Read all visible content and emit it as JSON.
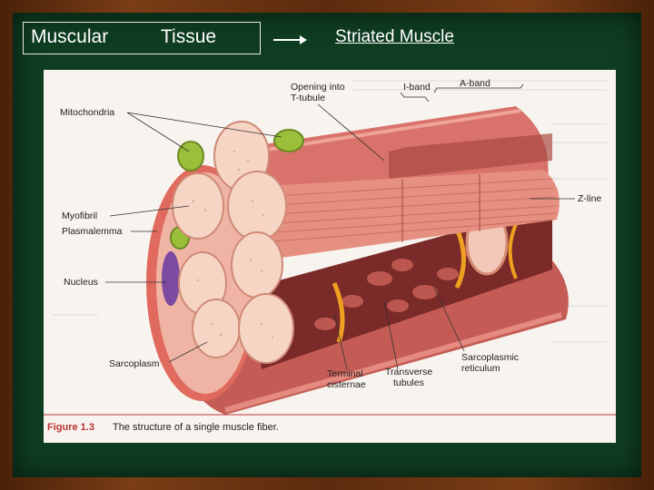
{
  "slide": {
    "title_left": "Muscular",
    "title_right": "Tissue",
    "subtitle": "Striated Muscle"
  },
  "figure": {
    "labels": {
      "mitochondria": "Mitochondria",
      "opening": "Opening into",
      "t_tubule": "T-tubule",
      "i_band": "I-band",
      "a_band": "A-band",
      "z_line": "Z-line",
      "myofibril": "Myofibril",
      "plasmalemma": "Plasmalemma",
      "nucleus": "Nucleus",
      "sarcoplasm": "Sarcoplasm",
      "terminal": "Terminal",
      "cisternae": "cisternae",
      "transverse": "Transverse",
      "tubules": "tubules",
      "sarcoplasmic": "Sarcoplasmic",
      "reticulum": "reticulum"
    },
    "caption_number": "Figure 1.3",
    "caption_text": "The structure of a single muscle fiber."
  },
  "colors": {
    "frame": "#6b3312",
    "board": "#0f3d22",
    "muscle": "#d9726a",
    "myofibril": "#f2c9b8",
    "mitochondria": "#9bbf3a"
  }
}
